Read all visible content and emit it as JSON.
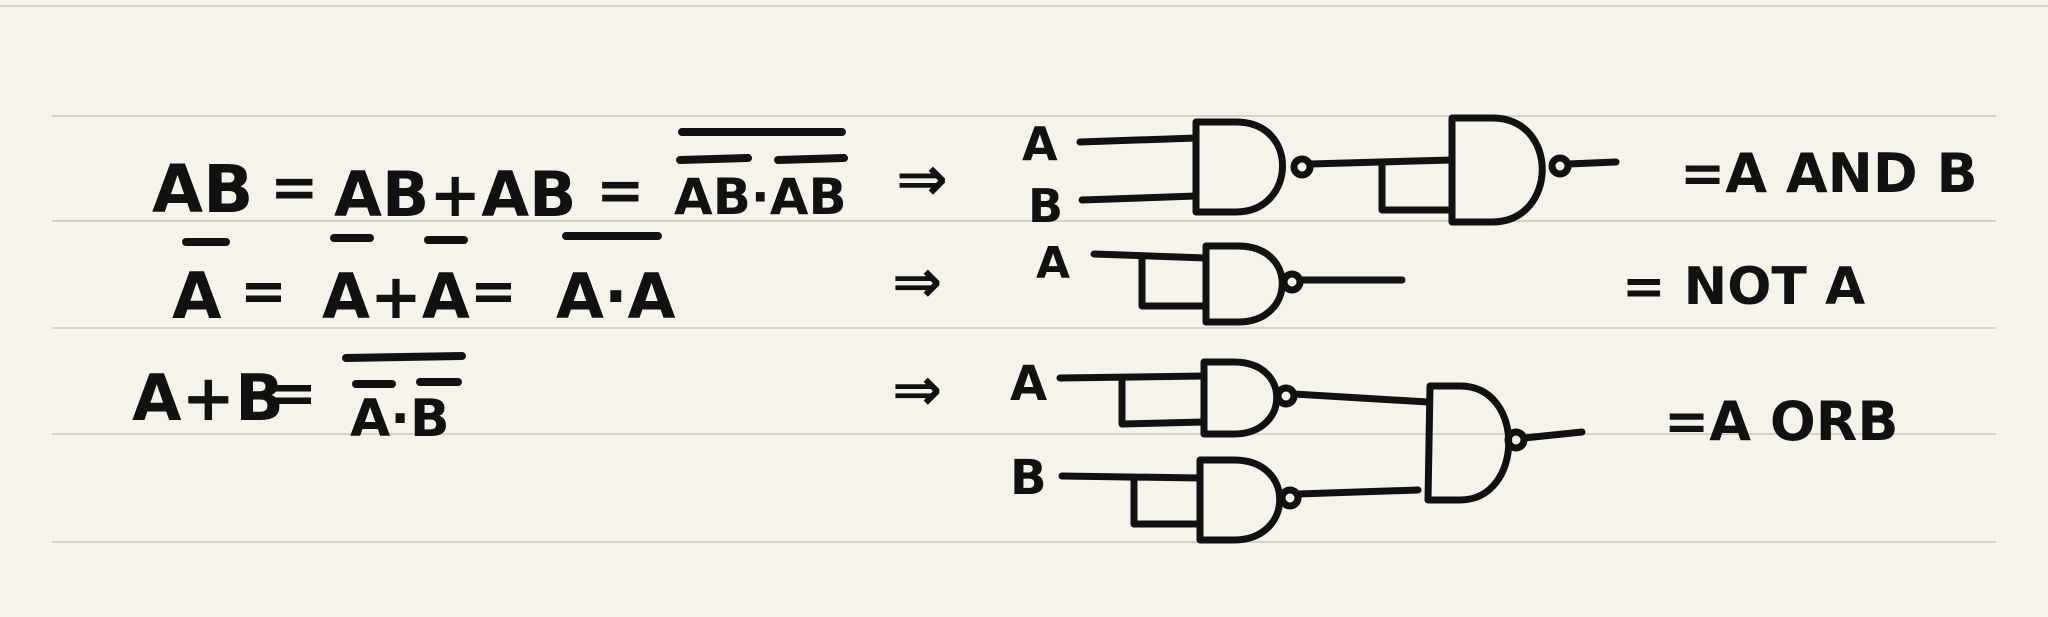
{
  "colors": {
    "paper": "#f6f3ea",
    "rule_line": "#d6d2c8",
    "ink": "#111111"
  },
  "rows": [
    {
      "id": "and",
      "expr_1": "AB",
      "eq_1": "=",
      "expr_2": "AB+AB",
      "eq_2": "=",
      "expr_3": "AB·AB",
      "arrow": "⇒",
      "inputs": [
        "A",
        "B"
      ],
      "result": "=A AND B"
    },
    {
      "id": "not",
      "expr_1": "A",
      "eq_1": "=",
      "expr_2": "A+A",
      "eq_2": "=",
      "expr_3": "A·A",
      "arrow": "⇒",
      "inputs": [
        "A"
      ],
      "result": "= NOT A"
    },
    {
      "id": "or",
      "expr_1": "A+B",
      "eq_1": "=",
      "expr_3": "A·B",
      "arrow": "⇒",
      "inputs": [
        "A",
        "B"
      ],
      "result": "=A ORB"
    }
  ]
}
